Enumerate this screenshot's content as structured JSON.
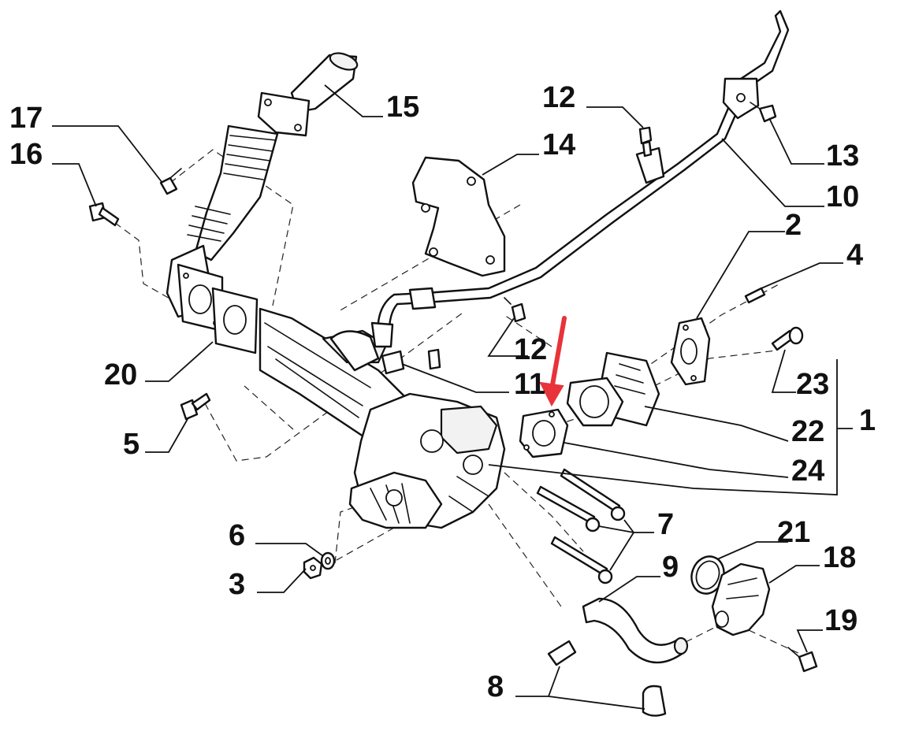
{
  "diagram": {
    "callouts": [
      {
        "id": "c17",
        "label": "17"
      },
      {
        "id": "c16",
        "label": "16"
      },
      {
        "id": "c15",
        "label": "15"
      },
      {
        "id": "c14",
        "label": "14"
      },
      {
        "id": "c12a",
        "label": "12"
      },
      {
        "id": "c13",
        "label": "13"
      },
      {
        "id": "c10",
        "label": "10"
      },
      {
        "id": "c2",
        "label": "2"
      },
      {
        "id": "c4",
        "label": "4"
      },
      {
        "id": "c12b",
        "label": "12"
      },
      {
        "id": "c11",
        "label": "11"
      },
      {
        "id": "c23",
        "label": "23"
      },
      {
        "id": "c1",
        "label": "1"
      },
      {
        "id": "c22",
        "label": "22"
      },
      {
        "id": "c24",
        "label": "24"
      },
      {
        "id": "c20",
        "label": "20"
      },
      {
        "id": "c5",
        "label": "5"
      },
      {
        "id": "c6",
        "label": "6"
      },
      {
        "id": "c3",
        "label": "3"
      },
      {
        "id": "c7",
        "label": "7"
      },
      {
        "id": "c21",
        "label": "21"
      },
      {
        "id": "c18",
        "label": "18"
      },
      {
        "id": "c9",
        "label": "9"
      },
      {
        "id": "c19",
        "label": "19"
      },
      {
        "id": "c8",
        "label": "8"
      }
    ],
    "highlight_arrow": {
      "color": "#e8333a",
      "target_part": "24"
    }
  }
}
